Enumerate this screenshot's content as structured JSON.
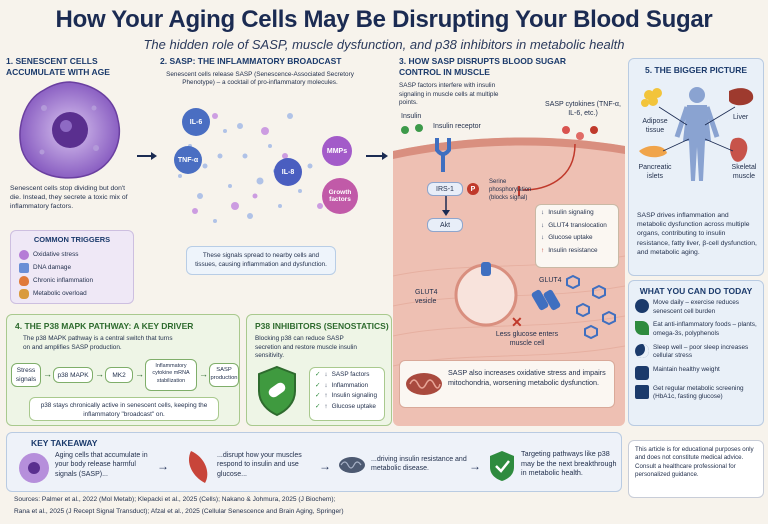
{
  "title": "How Your Aging Cells May Be Disrupting Your Blood Sugar",
  "subtitle": "The hidden role of SASP, muscle dysfunction, and p38 inhibitors in metabolic health",
  "s1": {
    "heading": "1. SENESCENT CELLS ACCUMULATE WITH AGE",
    "text": "Senescent cells stop dividing but don't die. Instead, they secrete a toxic mix of inflammatory factors.",
    "triggers_title": "COMMON TRIGGERS",
    "triggers": [
      "Oxidative stress",
      "DNA damage",
      "Chronic inflammation",
      "Metabolic overload"
    ]
  },
  "s2": {
    "heading": "2. SASP: THE INFLAMMATORY BROADCAST",
    "text": "Senescent cells release SASP (Senescence-Associated Secretory Phenotype) – a cocktail of pro-inflammatory molecules.",
    "molecules": [
      "IL-6",
      "TNF-α",
      "IL-8",
      "MMPs",
      "Growth factors"
    ],
    "note": "These signals spread to nearby cells and tissues, causing inflammation and dysfunction."
  },
  "s3": {
    "heading": "3. HOW SASP DISRUPTS BLOOD SUGAR CONTROL IN MUSCLE",
    "text": "SASP factors interfere with insulin signaling in muscle cells at multiple points.",
    "insulin": "Insulin",
    "receptor": "Insulin receptor",
    "cytokines": "SASP cytokines (TNF-α, IL-6, etc.)",
    "irs": "IRS-1",
    "p": "P",
    "serine": "Serine phosphorylation (blocks signal)",
    "akt": "Akt",
    "effects": [
      "Insulin signaling",
      "GLUT4 translocation",
      "Glucose uptake",
      "Insulin resistance"
    ],
    "vesicle": "GLUT4 vesicle",
    "glut4": "GLUT4",
    "less": "Less glucose enters muscle cell",
    "mito": "SASP also increases oxidative stress and impairs mitochondria, worsening metabolic dysfunction."
  },
  "s4": {
    "heading": "4. THE P38 MAPK PATHWAY: A KEY DRIVER",
    "text": "The p38 MAPK pathway is a central switch that turns on and amplifies SASP production.",
    "chain": [
      "Stress signals",
      "p38 MAPK",
      "MK2",
      "Inflammatory cytokine mRNA stabilization",
      "SASP production"
    ],
    "note": "p38 stays chronically active in senescent cells, keeping the inflammatory \"broadcast\" on."
  },
  "inh": {
    "heading": "P38 INHIBITORS (SENOSTATICS)",
    "text": "Blocking p38 can reduce SASP secretion and restore muscle insulin sensitivity.",
    "effects": [
      "SASP factors",
      "Inflammation",
      "Insulin signaling",
      "Glucose uptake"
    ]
  },
  "s5": {
    "heading": "5. THE BIGGER PICTURE",
    "organs": [
      "Adipose tissue",
      "Liver",
      "Pancreatic islets",
      "Skeletal muscle"
    ],
    "text": "SASP drives inflammation and metabolic dysfunction across multiple organs, contributing to insulin resistance, fatty liver, β-cell dysfunction, and metabolic aging."
  },
  "today": {
    "heading": "WHAT YOU CAN DO TODAY",
    "items": [
      "Move daily – exercise reduces senescent cell burden",
      "Eat anti-inflammatory foods – plants, omega-3s, polyphenols",
      "Sleep well – poor sleep increases cellular stress",
      "Maintain healthy weight",
      "Get regular metabolic screening (HbA1c, fasting glucose)"
    ]
  },
  "take": {
    "heading": "KEY TAKEAWAY",
    "steps": [
      "Aging cells that accumulate in your body release harmful signals (SASP)...",
      "...disrupt how your muscles respond to insulin and use glucose...",
      "...driving insulin resistance and metabolic disease.",
      "Targeting pathways like p38 may be the next breakthrough in metabolic health."
    ]
  },
  "sources": {
    "line1": "Sources: Palmer et al., 2022 (Mol Metab); Klepacki et al., 2025 (Cells); Nakano & Johmura, 2025 (J Biochem);",
    "line2": "Rana et al., 2025 (J Recept Signal Transduct); Afzal et al., 2025 (Cellular Senescence and Brain Aging, Springer)"
  },
  "disclaimer": "This article is for educational purposes only and does not constitute medical advice. Consult a healthcare professional for personalized guidance.",
  "colors": {
    "navy": "#1b2b52",
    "green": "#2e8b3e",
    "purple": "#7d4fb0",
    "red": "#c0392b",
    "muscle": "#e8a597"
  }
}
